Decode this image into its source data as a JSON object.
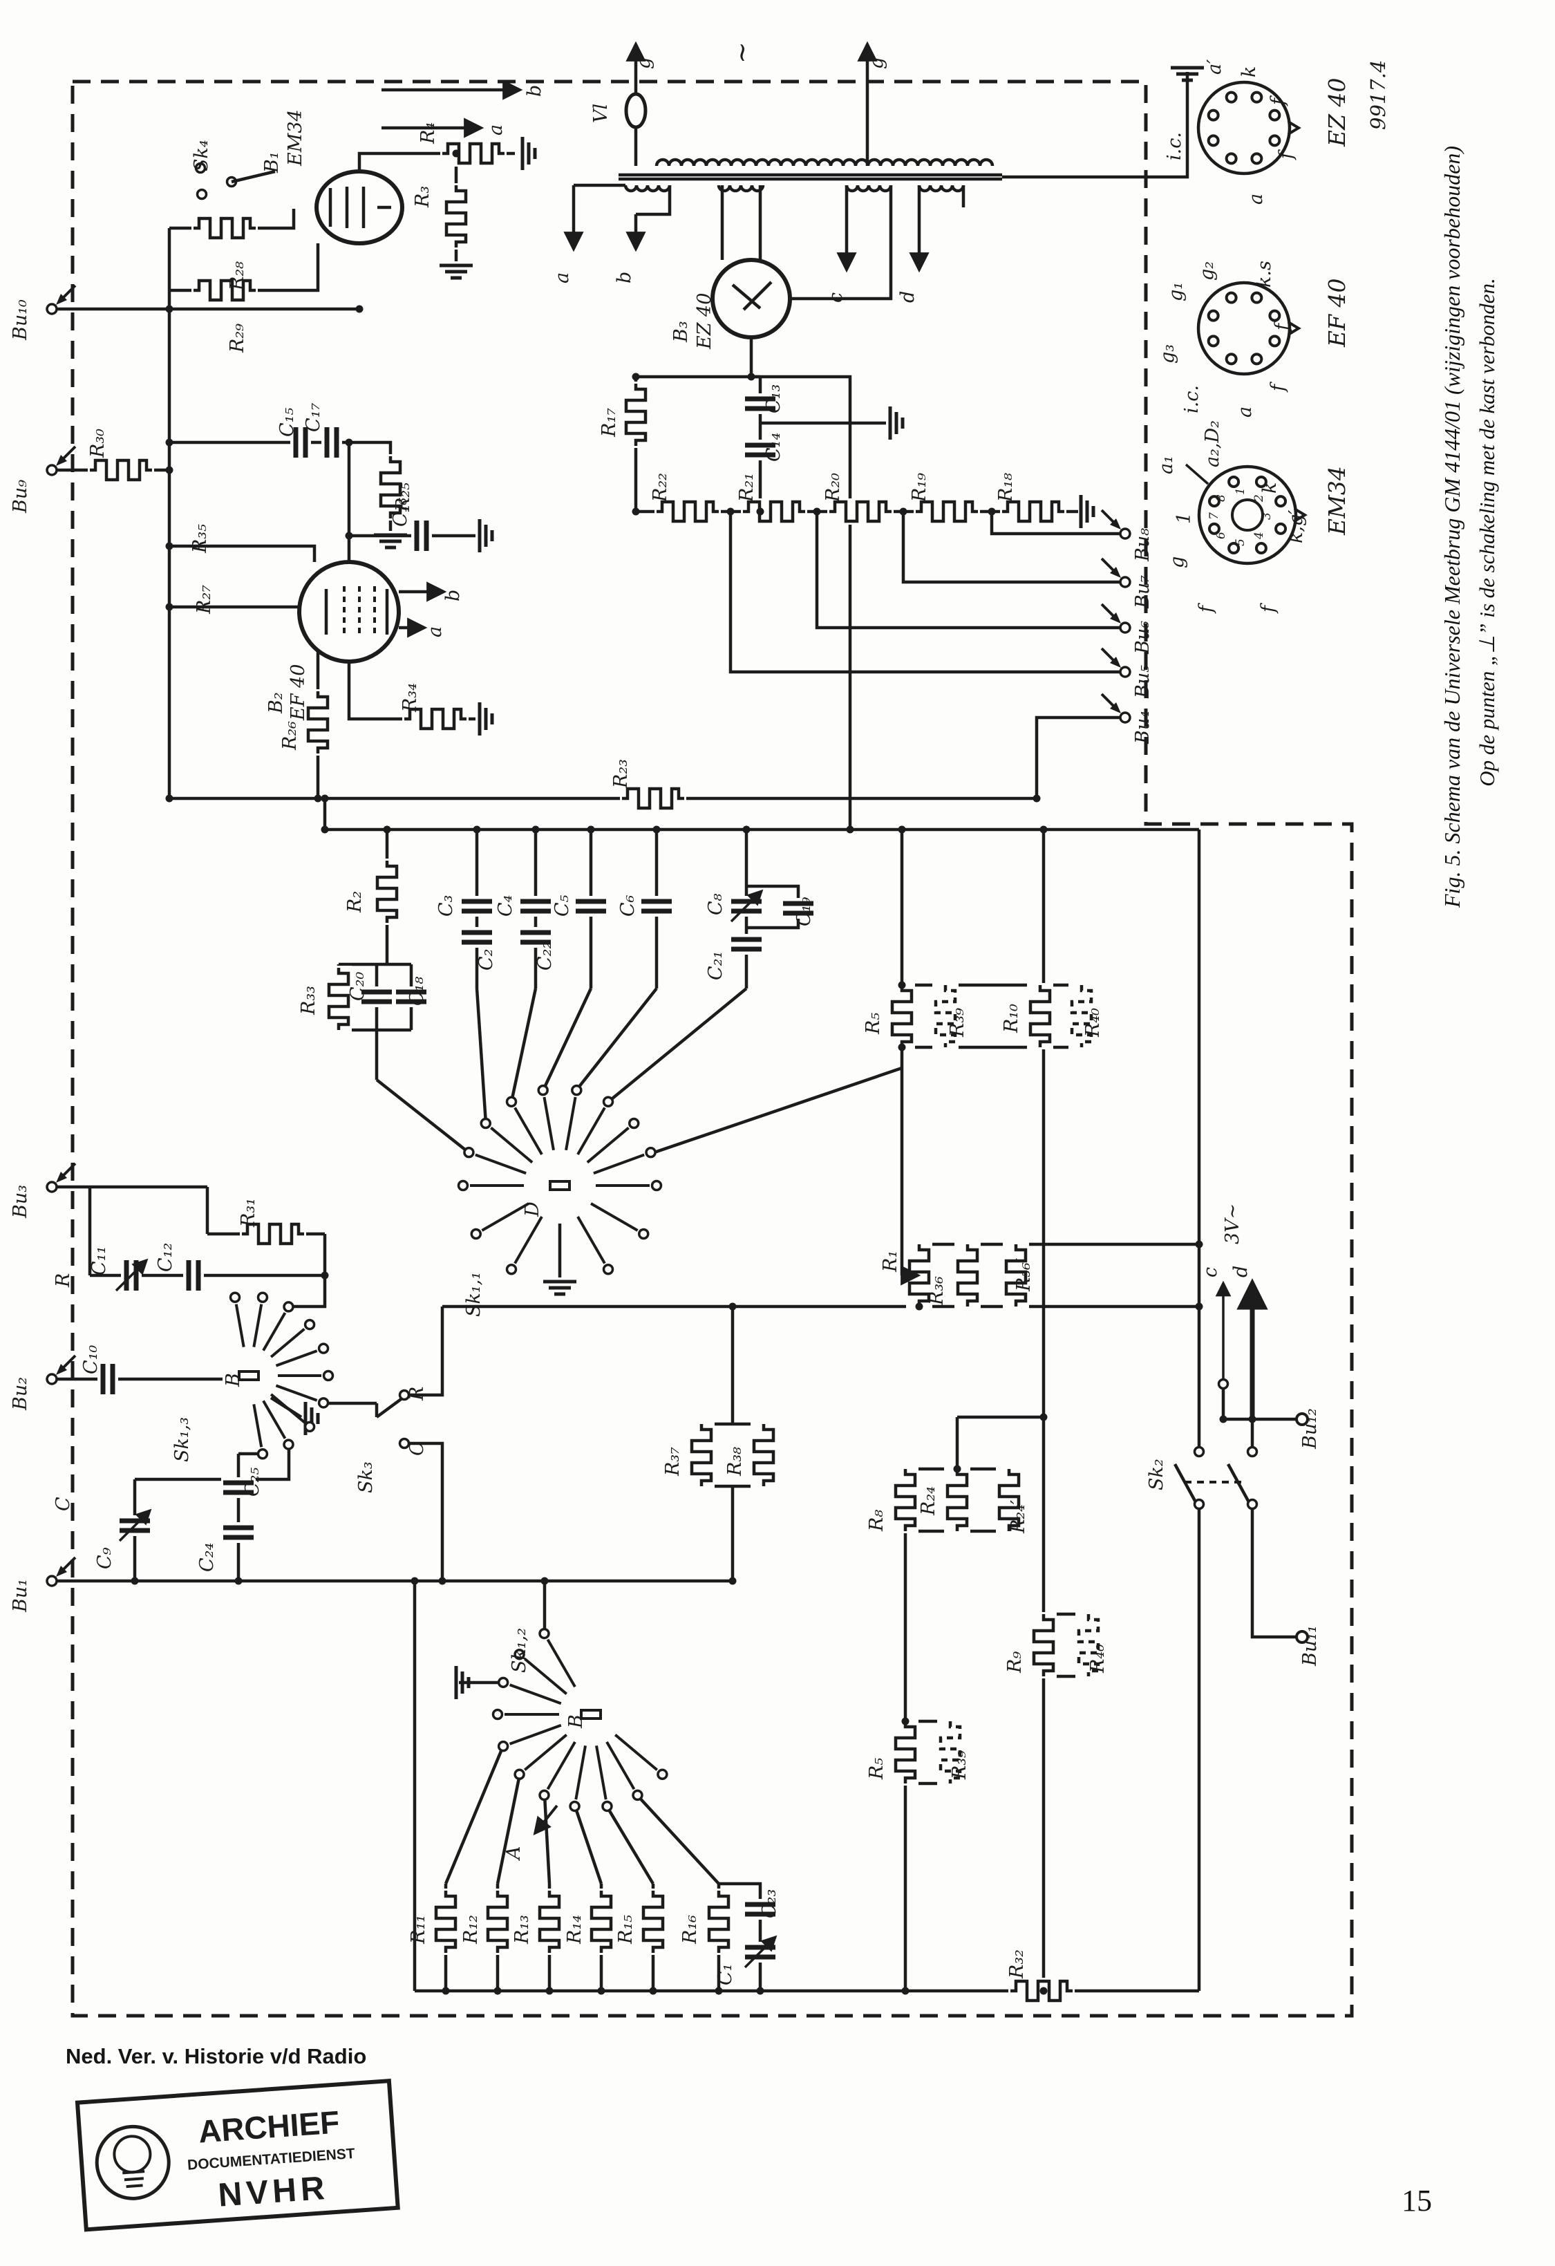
{
  "document": {
    "caption_fig": "Fig. 5.  Schema van de Universele Meetbrug GM 4144/01 (wijzigingen voorbehouden)",
    "caption_note": "Op de punten „⊥” is de schakeling met de kast verbonden.",
    "page_number": "15",
    "footer": "Ned. Ver. v. Historie v/d Radio",
    "stamp": {
      "line1": "ARCHIEF",
      "line2": "DOCUMENTATIEDIENST",
      "line3": "NVHR"
    }
  },
  "schematic": {
    "labels": {
      "R1": "R₁",
      "R2": "R₂",
      "R3": "R₃",
      "R4": "R₄",
      "R5": "R₅",
      "R8": "R₈",
      "R9": "R₉",
      "R10": "R₁₀",
      "R11": "R₁₁",
      "R12": "R₁₂",
      "R13": "R₁₃",
      "R14": "R₁₄",
      "R15": "R₁₅",
      "R16": "R₁₆",
      "R17": "R₁₇",
      "R18": "R₁₈",
      "R19": "R₁₉",
      "R20": "R₂₀",
      "R21": "R₂₁",
      "R22": "R₂₂",
      "R23": "R₂₃",
      "R24": "R₂₄",
      "R24p": "R₂₄′",
      "R25": "R₂₅",
      "R26": "R₂₆",
      "R27": "R₂₇",
      "R28": "R₂₈",
      "R29": "R₂₉",
      "R30": "R₃₀",
      "R31": "R₃₁",
      "R32": "R₃₂",
      "R33": "R₃₃",
      "R34": "R₃₄",
      "R35": "R₃₅",
      "R36": "R₃₆",
      "R36p": "R₃₆′",
      "R37": "R₃₇",
      "R38": "R₃₈",
      "R39": "R₃₉",
      "R40": "R₄₀",
      "C1": "C₁",
      "C2": "C₂",
      "C3": "C₃",
      "C4": "C₄",
      "C5": "C₅",
      "C6": "C₆",
      "C8": "C₈",
      "C9": "C₉",
      "C10": "C₁₀",
      "C11": "C₁₁",
      "C12": "C₁₂",
      "C13": "C₁₃",
      "C14": "C₁₄",
      "C15": "C₁₅",
      "C16": "C₁₆",
      "C17": "C₁₇",
      "C18": "C₁₈",
      "C19": "C₁₉",
      "C20": "C₂₀",
      "C21": "C₂₁",
      "C22": "C₂₂",
      "C23": "C₂₃",
      "C24": "C₂₄",
      "C25": "C₂₅",
      "SK11": "Sk₁,₁",
      "SK12": "Sk₁,₂",
      "SK13": "Sk₁,₃",
      "SK2": "Sk₂",
      "SK3": "Sk₃",
      "SK4": "Sk₄",
      "Bu1": "Bu₁",
      "Bu2": "Bu₂",
      "Bu3": "Bu₃",
      "Bu4": "Bu₄",
      "Bu5": "Bu₅",
      "Bu6": "Bu₆",
      "Bu7": "Bu₇",
      "Bu8": "Bu₈",
      "Bu9": "Bu₉",
      "Bu10": "Bu₁₀",
      "Bu11": "Bu₁₁",
      "Bu12": "Bu₁₂",
      "B1": "B₁",
      "B2": "B₂",
      "B3": "B₃",
      "EM34": "EM34",
      "EF40": "EF 40",
      "EZ40": "EZ 40",
      "Vl": "Vl",
      "A": "A",
      "B": "B",
      "C": "C",
      "D": "D",
      "R": "R",
      "a": "a",
      "b": "b",
      "c": "c",
      "d": "d",
      "f": "f",
      "g": "g",
      "k": "k",
      "gp": "g′",
      "ic": "i.c.",
      "ks": "k.s",
      "g1": "g₁",
      "g2": "g₂",
      "g3": "g₃",
      "a1": "a₁",
      "aprime": "a′",
      "a2D2": "a₂,D₂",
      "kgp": "k,g′",
      "one": "1",
      "n1": "1",
      "n2": "2",
      "n3": "3",
      "n4": "4",
      "n5": "5",
      "n6": "6",
      "n7": "7",
      "n8": "8",
      "tilde": "~",
      "v3": "3V~",
      "docnum": "9917.4"
    },
    "sockets": [
      {
        "type": "EZ 40",
        "pins": [
          "a′",
          "k",
          "f",
          "f",
          "a",
          "i.c."
        ]
      },
      {
        "type": "EF 40",
        "pins": [
          "g₂",
          "g₁",
          "g₃",
          "i.c.",
          "a",
          "f",
          "f",
          "k.s"
        ]
      },
      {
        "type": "EM34",
        "pins": [
          "a₁",
          "a₂,D₂",
          "k",
          "k,g′",
          "g",
          "f",
          "f",
          "1"
        ],
        "pin_numbers": [
          "1",
          "2",
          "3",
          "4",
          "5",
          "6",
          "7",
          "8"
        ]
      }
    ]
  }
}
